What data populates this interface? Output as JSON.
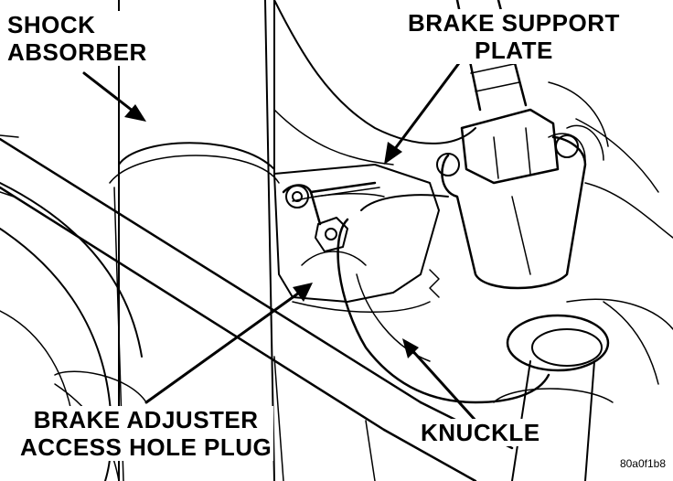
{
  "labels": {
    "shock_absorber": [
      "SHOCK",
      "ABSORBER"
    ],
    "brake_support_plate": [
      "BRAKE SUPPORT",
      "PLATE"
    ],
    "brake_adjuster_access_hole_plug": [
      "BRAKE ADJUSTER",
      "ACCESS HOLE PLUG"
    ],
    "knuckle": "KNUCKLE"
  },
  "figure_id": "80a0f1b8",
  "colors": {
    "line": "#000000",
    "background": "#ffffff"
  }
}
